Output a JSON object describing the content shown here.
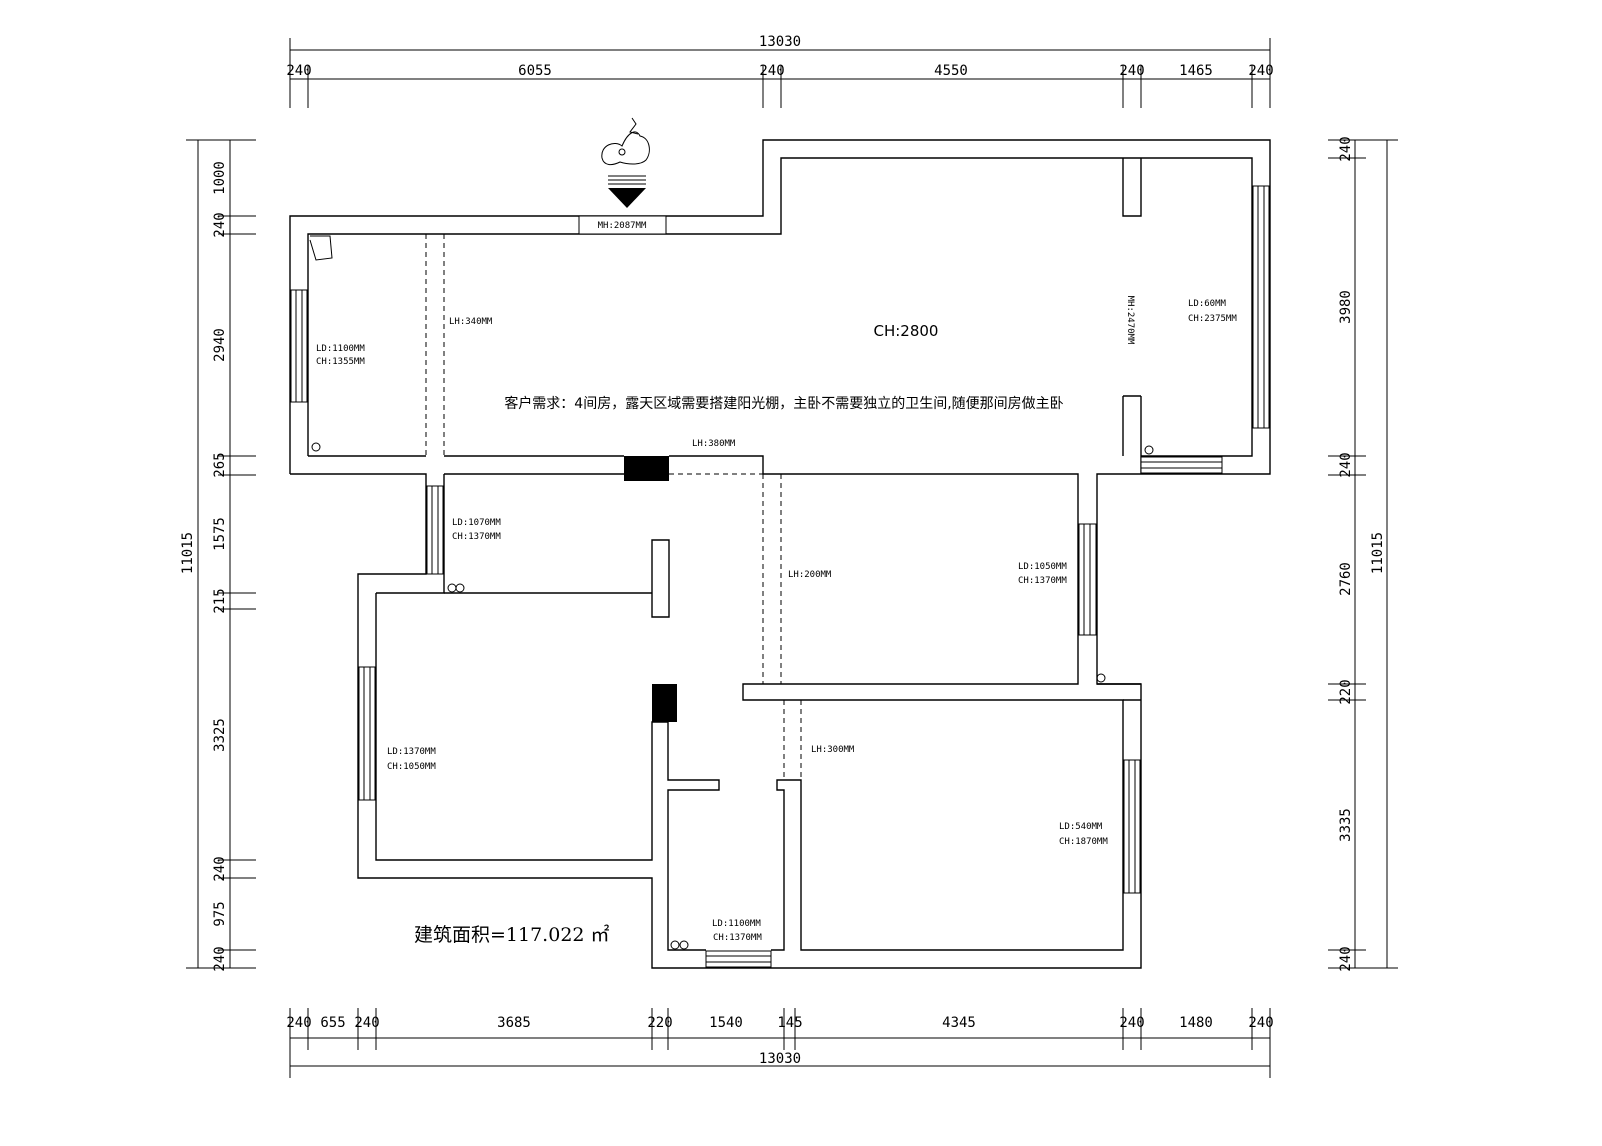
{
  "dimensions": {
    "top_total": "13030",
    "top_segments": [
      "240",
      "6055",
      "240",
      "4550",
      "240",
      "1465",
      "240"
    ],
    "bottom_total": "13030",
    "bottom_segments": [
      "240",
      "655",
      "240",
      "3685",
      "220",
      "1540",
      "145",
      "4345",
      "240",
      "1480",
      "240"
    ],
    "left_total": "11015",
    "left_segments": [
      "1000",
      "240",
      "2940",
      "265",
      "1575",
      "215",
      "3325",
      "240",
      "975",
      "240"
    ],
    "right_total": "11015",
    "right_segments": [
      "240",
      "3980",
      "240",
      "2760",
      "220",
      "3335",
      "240"
    ]
  },
  "annotations": {
    "mh_top": "MH:2087MM",
    "mh_right": "MH:2470MM",
    "ch_main": "CH:2800",
    "requirement": "客户需求：4间房，露天区域需要搭建阳光棚，主卧不需要独立的卫生间,随便那间房做主卧",
    "lh_340": "LH:340MM",
    "lh_380": "LH:380MM",
    "lh_200": "LH:200MM",
    "lh_300": "LH:300MM",
    "win_living_ld": "LD:1100MM",
    "win_living_ch": "CH:1355MM",
    "win_top_right_ld": "LD:60MM",
    "win_top_right_ch": "CH:2375MM",
    "win_small_ld": "LD:1070MM",
    "win_small_ch": "CH:1370MM",
    "win_right_room_ld": "LD:1050MM",
    "win_right_room_ch": "CH:1370MM",
    "win_left_room_ld": "LD:1370MM",
    "win_left_room_ch": "CH:1050MM",
    "win_bottom_right_ld": "LD:540MM",
    "win_bottom_right_ch": "CH:1870MM",
    "win_bath_ld": "LD:1100MM",
    "win_bath_ch": "CH:1370MM",
    "area": "建筑面积=117.022 ㎡"
  },
  "icons": [
    "compass-icon",
    "drain-icon"
  ]
}
